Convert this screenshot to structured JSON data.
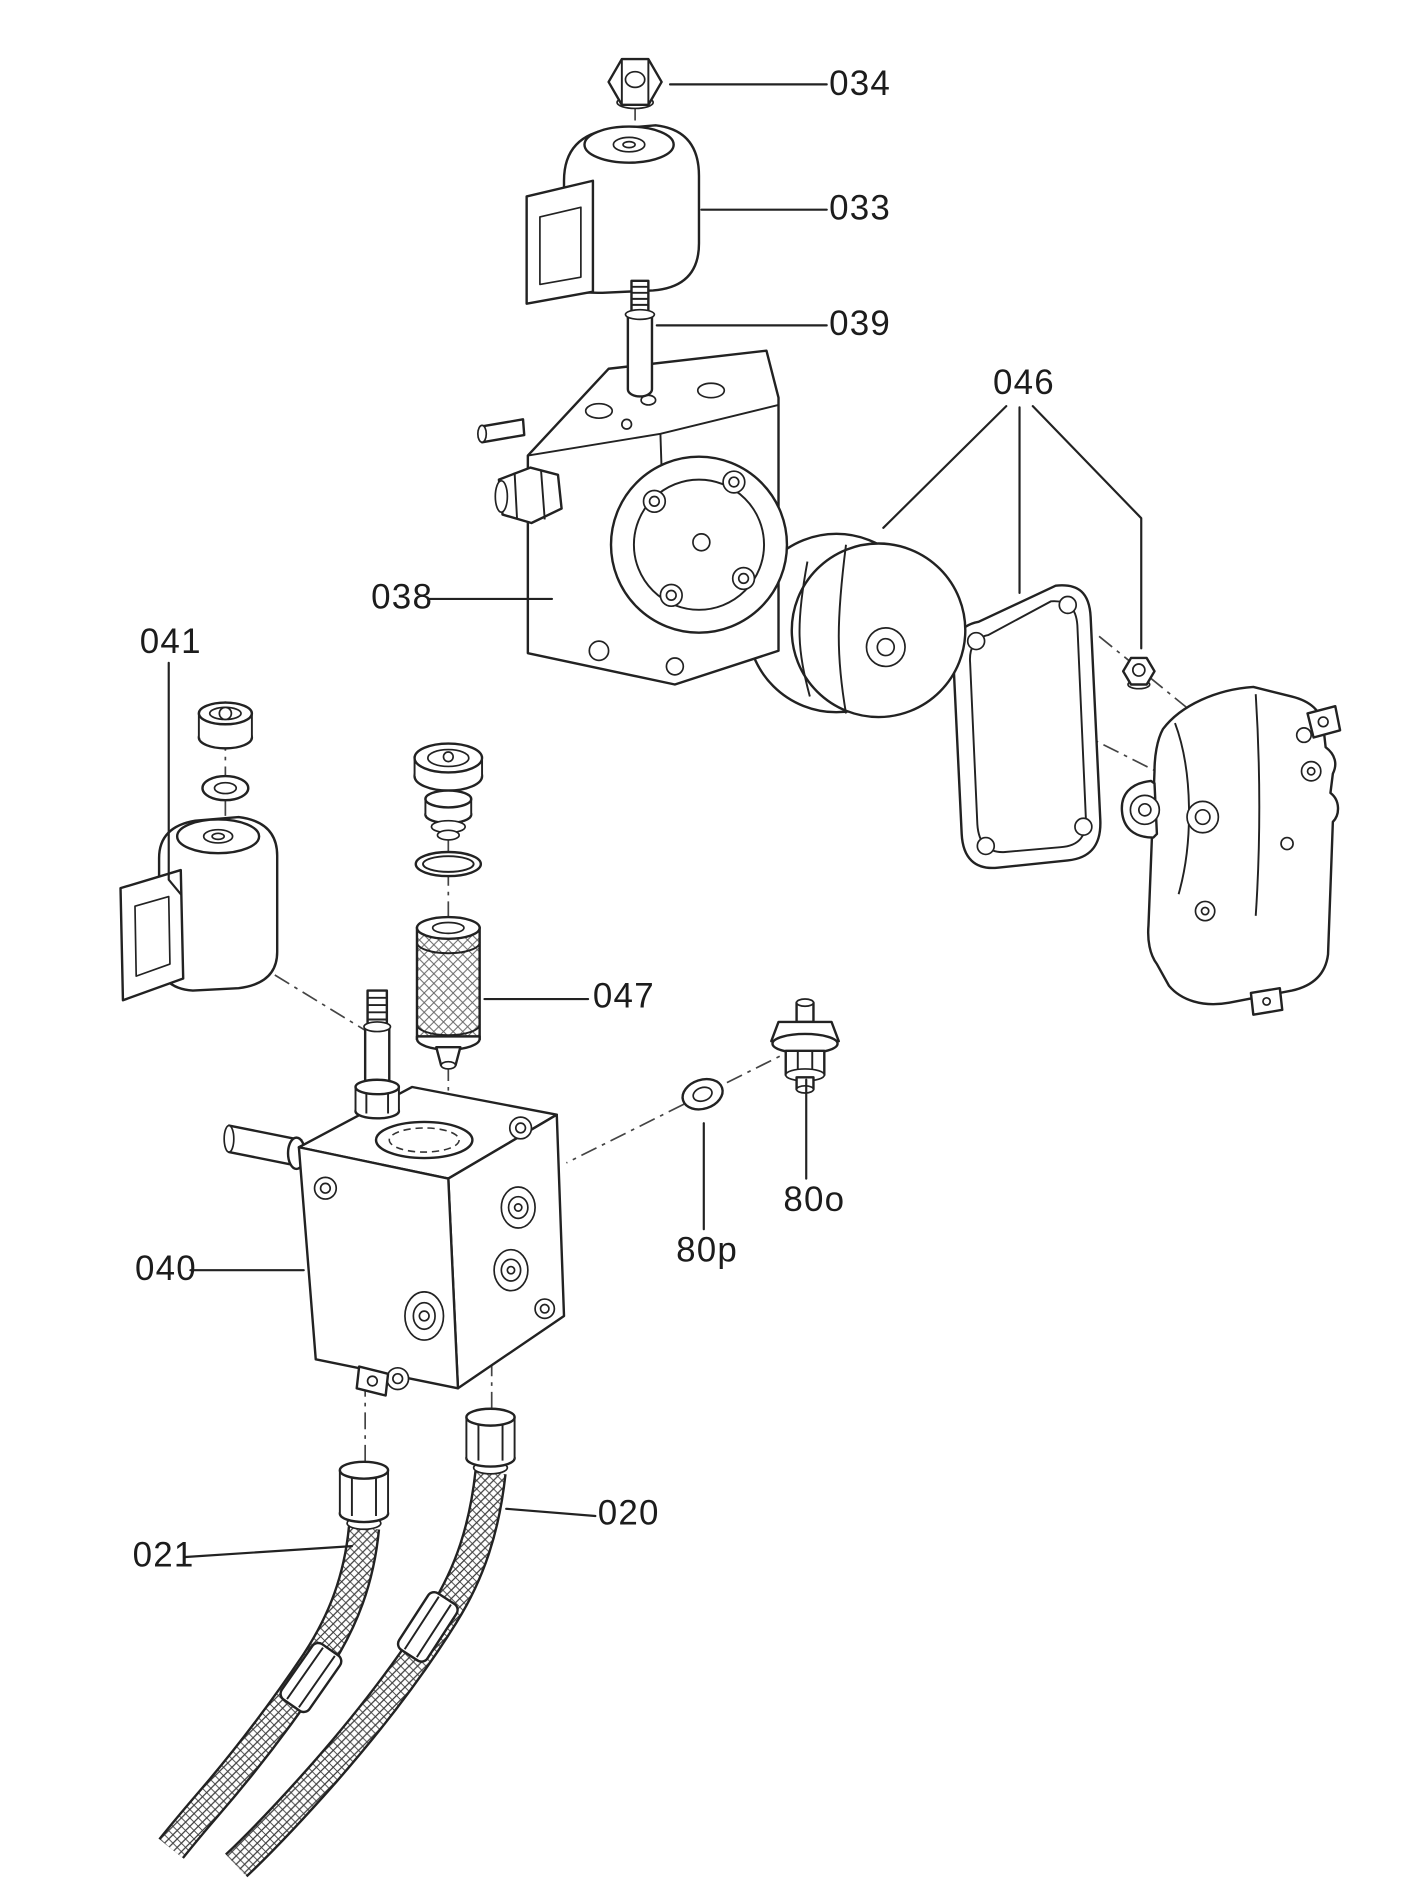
{
  "diagram": {
    "type": "exploded-parts-diagram",
    "background": "#ffffff",
    "line_color": "#222222",
    "labels": [
      {
        "text": "034"
      },
      {
        "text": "033"
      },
      {
        "text": "039"
      },
      {
        "text": "046"
      },
      {
        "text": "038"
      },
      {
        "text": "041"
      },
      {
        "text": "047"
      },
      {
        "text": "80o"
      },
      {
        "text": "80p"
      },
      {
        "text": "040"
      },
      {
        "text": "020"
      },
      {
        "text": "021"
      }
    ]
  }
}
